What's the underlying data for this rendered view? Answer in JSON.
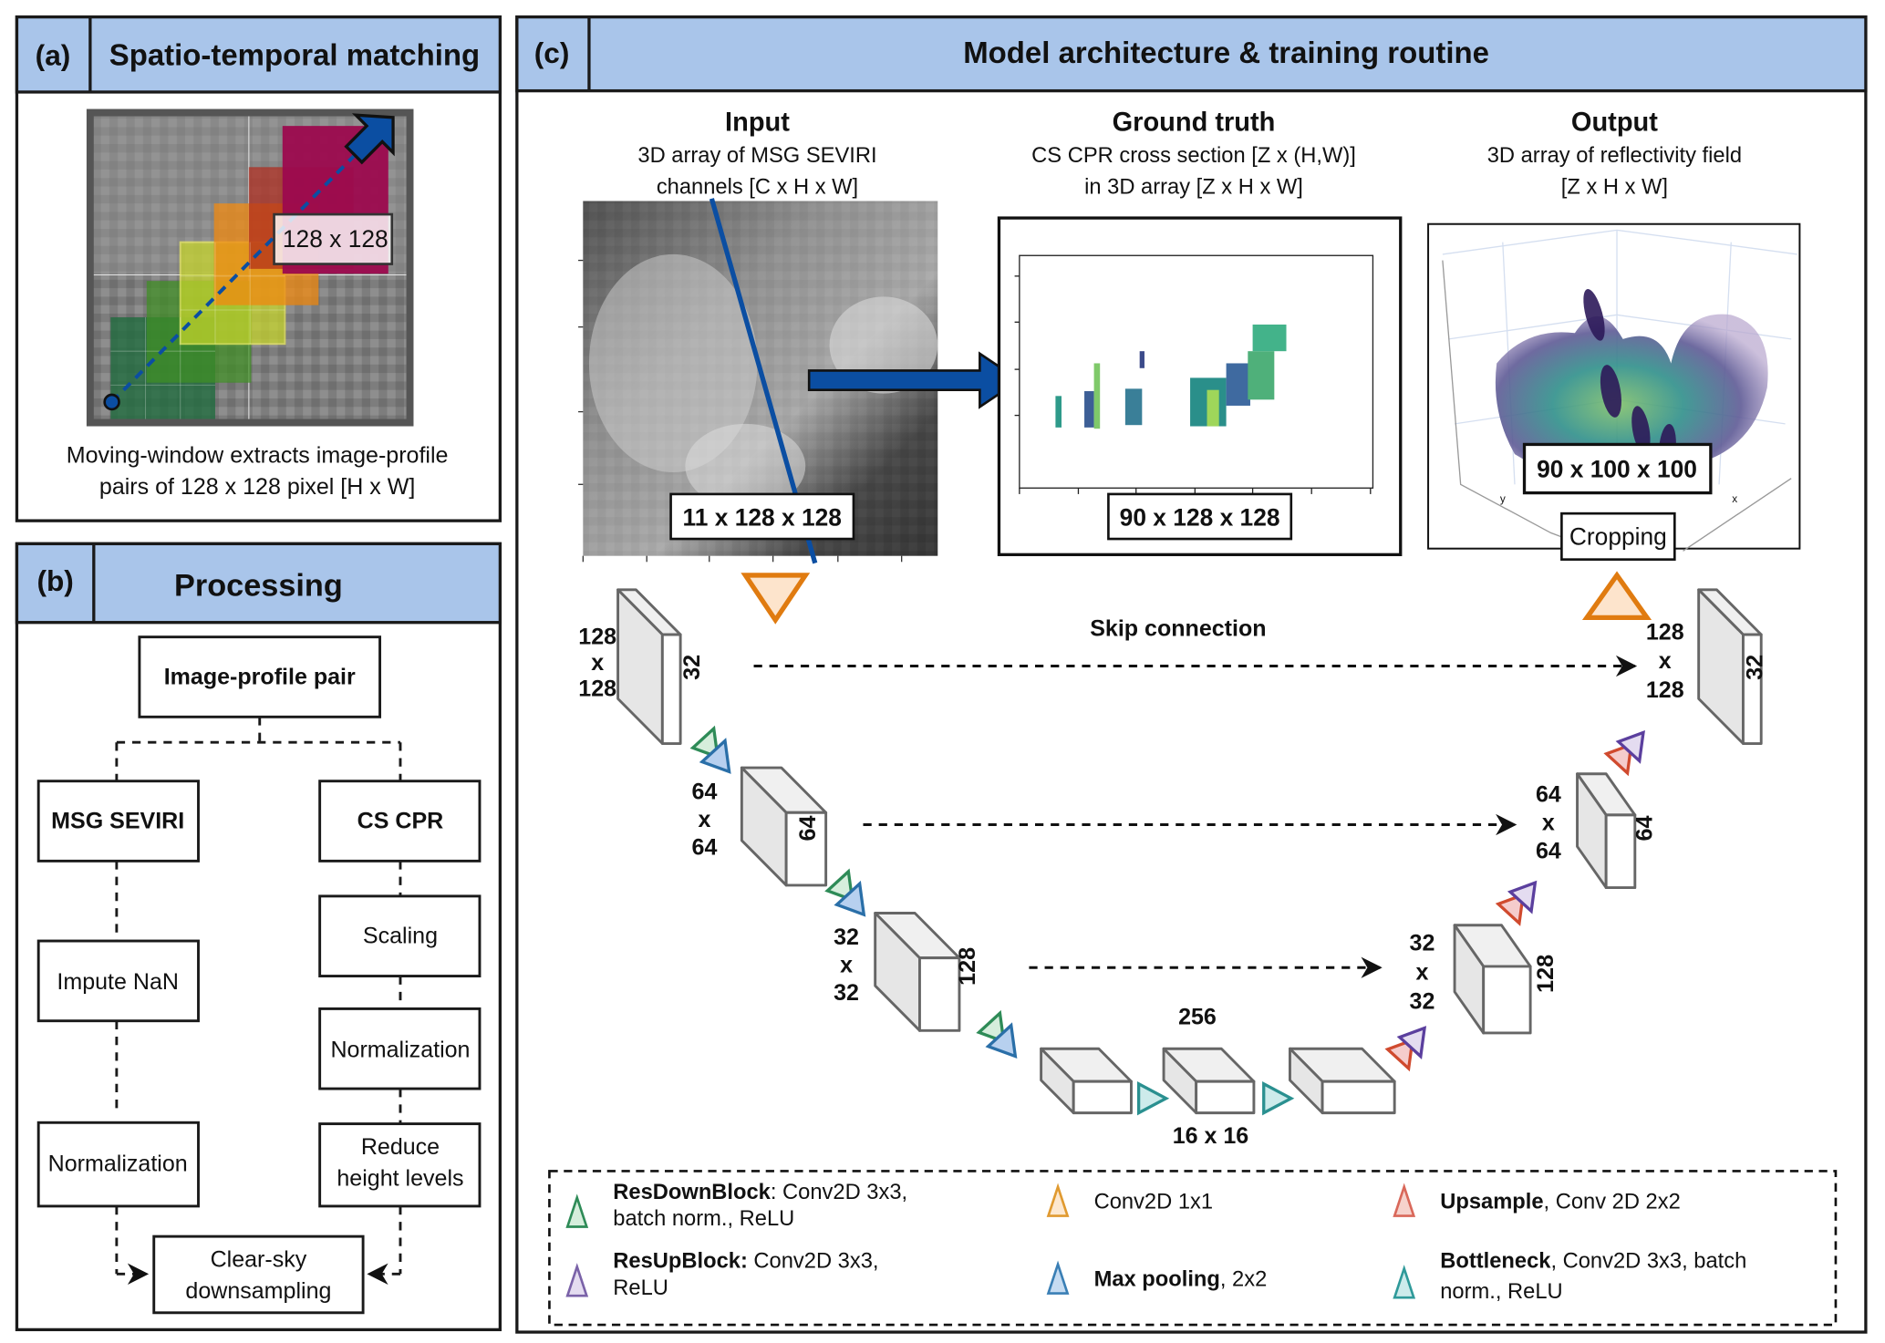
{
  "colors": {
    "header_fill": "#a9c5ea",
    "panel_border": "#1a1a1a",
    "arrow_blue": "#0b4ea2",
    "res_down": "#2e8b57",
    "max_pool": "#2a6fa8",
    "conv1x1": "#e07b10",
    "upsample": "#d04a2e",
    "res_up": "#5b3f9e",
    "bottleneck": "#2a9090"
  },
  "panel_a": {
    "tag": "(a)",
    "title": "Spatio-temporal matching",
    "window_label": "128 x 128",
    "caption_line1": "Moving-window extracts image-profile",
    "caption_line2": "pairs of 128 x 128 pixel [H x W]"
  },
  "panel_b": {
    "tag": "(b)",
    "title": "Processing",
    "root": "Image-profile pair",
    "left_branch": {
      "head": "MSG SEVIRI",
      "steps": [
        "Impute NaN",
        "Normalization"
      ]
    },
    "right_branch": {
      "head": "CS CPR",
      "steps": [
        "Scaling",
        "Normalization",
        "Reduce",
        "height levels"
      ]
    },
    "merge_line1": "Clear-sky",
    "merge_line2": "downsampling"
  },
  "panel_c": {
    "tag": "(c)",
    "title": "Model architecture & training routine",
    "input": {
      "title": "Input",
      "line1": "3D array of MSG SEVIRI",
      "line2": "channels [C x H x W]",
      "dims": "11 x 128 x 128"
    },
    "ground_truth": {
      "title": "Ground truth",
      "line1": "CS CPR cross section [Z x (H,W)]",
      "line2": "in 3D array [Z x H x W]",
      "dims": "90 x 128 x 128"
    },
    "output": {
      "title": "Output",
      "line1": "3D array of reflectivity field",
      "line2": "[Z x H x W]",
      "dims": "90 x 100 x 100",
      "axis_y": "y",
      "axis_x": "x",
      "crop": "Cropping"
    },
    "skip_label": "Skip connection",
    "encoder": [
      {
        "h": "128",
        "x": "x",
        "w": "128",
        "ch": "32"
      },
      {
        "h": "64",
        "x": "x",
        "w": "64",
        "ch": "64"
      },
      {
        "h": "32",
        "x": "x",
        "w": "32",
        "ch": "128"
      }
    ],
    "decoder": [
      {
        "h": "128",
        "x": "x",
        "w": "128",
        "ch": "32"
      },
      {
        "h": "64",
        "x": "x",
        "w": "64",
        "ch": "64"
      },
      {
        "h": "32",
        "x": "x",
        "w": "32",
        "ch": "128"
      }
    ],
    "bottleneck": {
      "ch": "256",
      "size": "16 x 16"
    },
    "legend": [
      {
        "bold": "ResDownBlock",
        "rest1": ": Conv2D 3x3,",
        "rest2": "batch norm., ReLU",
        "color": "#2e8b57",
        "fill": "#d6eedc"
      },
      {
        "bold": "ResUpBlock:",
        "rest1": " Conv2D 3x3,",
        "rest2": "ReLU",
        "color": "#7a62a8",
        "fill": "#e4dcf0"
      },
      {
        "bold": "",
        "rest1": "Conv2D 1x1",
        "rest2": "",
        "color": "#e09a30",
        "fill": "#fde8cf"
      },
      {
        "bold": "Max pooling",
        "rest1": ", 2x2",
        "rest2": "",
        "color": "#3a7fb5",
        "fill": "#c6dcf2"
      },
      {
        "bold": "Upsample",
        "rest1": ", Conv 2D 2x2",
        "rest2": "",
        "color": "#d9685a",
        "fill": "#f6d2cc"
      },
      {
        "bold": "Bottleneck",
        "rest1": ", Conv2D 3x3, batch",
        "rest2": "norm., ReLU",
        "color": "#2f9a9a",
        "fill": "#cdebeb"
      }
    ]
  }
}
